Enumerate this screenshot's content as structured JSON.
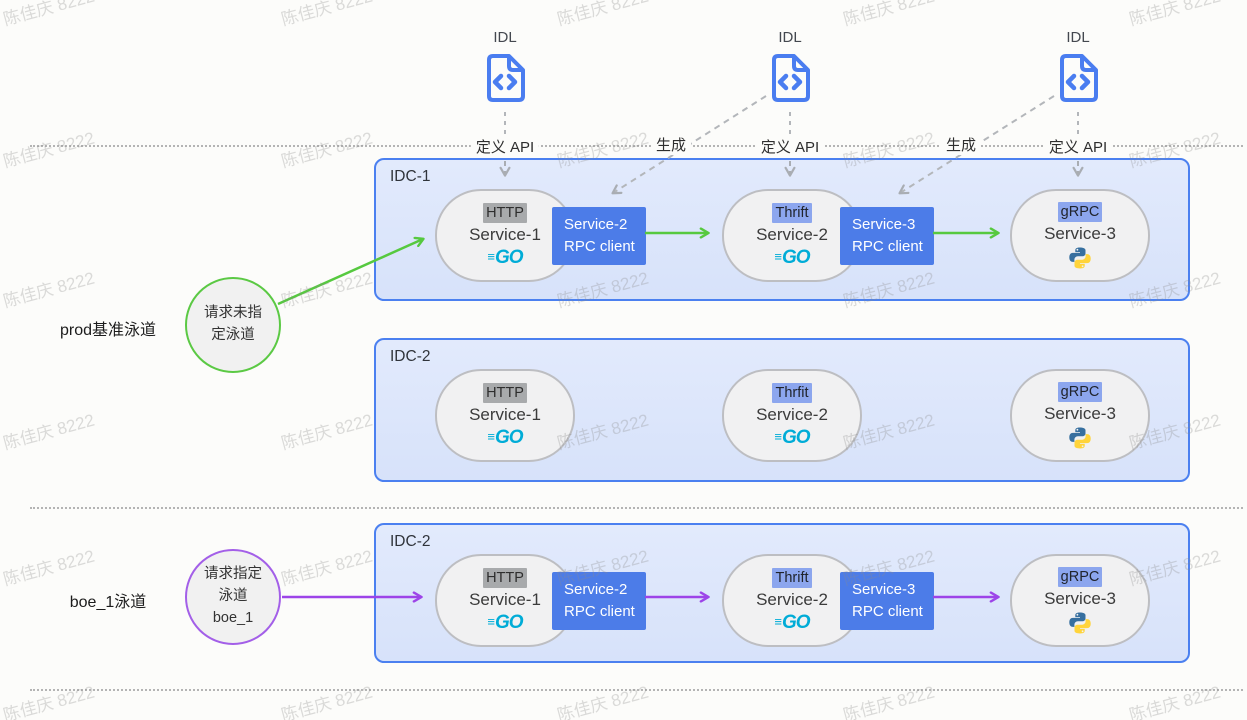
{
  "watermark": {
    "text": "陈佳庆 8222"
  },
  "idl_nodes": [
    {
      "title": "IDL",
      "caption": "定义 API"
    },
    {
      "title": "IDL",
      "caption": "定义 API"
    },
    {
      "title": "IDL",
      "caption": "定义 API"
    }
  ],
  "generate_labels": [
    "生成",
    "生成"
  ],
  "lanes": [
    {
      "label": "prod基准泳道",
      "request_lines": [
        "请求未指",
        "定泳道"
      ]
    },
    {
      "label": "boe_1泳道",
      "request_lines": [
        "请求指定",
        "泳道",
        "boe_1"
      ]
    }
  ],
  "clusters": [
    {
      "label": "IDC-1",
      "services": [
        {
          "tag": "HTTP",
          "name": "Service-1",
          "runtime": "go"
        },
        {
          "tag": "Thrift",
          "name": "Service-2",
          "runtime": "go"
        },
        {
          "tag": "gRPC",
          "name": "Service-3",
          "runtime": "python"
        }
      ],
      "rpc_clients": [
        [
          "Service-2",
          "RPC client"
        ],
        [
          "Service-3",
          "RPC client"
        ]
      ]
    },
    {
      "label": "IDC-2",
      "services": [
        {
          "tag": "HTTP",
          "name": "Service-1",
          "runtime": "go"
        },
        {
          "tag": "Thrfit",
          "name": "Service-2",
          "runtime": "go"
        },
        {
          "tag": "gRPC",
          "name": "Service-3",
          "runtime": "python"
        }
      ],
      "rpc_clients": []
    },
    {
      "label": "IDC-2",
      "services": [
        {
          "tag": "HTTP",
          "name": "Service-1",
          "runtime": "go"
        },
        {
          "tag": "Thrift",
          "name": "Service-2",
          "runtime": "go"
        },
        {
          "tag": "gRPC",
          "name": "Service-3",
          "runtime": "python"
        }
      ],
      "rpc_clients": [
        [
          "Service-2",
          "RPC client"
        ],
        [
          "Service-3",
          "RPC client"
        ]
      ]
    }
  ],
  "logos": {
    "go_text": "GO"
  },
  "colors": {
    "cluster_border": "#4b80f0",
    "cluster_fill": "#dbe5fb",
    "rpc_box": "#4c7ce8",
    "tag_http_bg": "#a8aaac",
    "tag_rpc_bg": "#8ca6ee",
    "green": "#56c93f",
    "purple": "#9d44e8",
    "gray_dash": "#b3b6ba",
    "go_cyan": "#00acd7",
    "idl_blue": "#4a7df0"
  }
}
